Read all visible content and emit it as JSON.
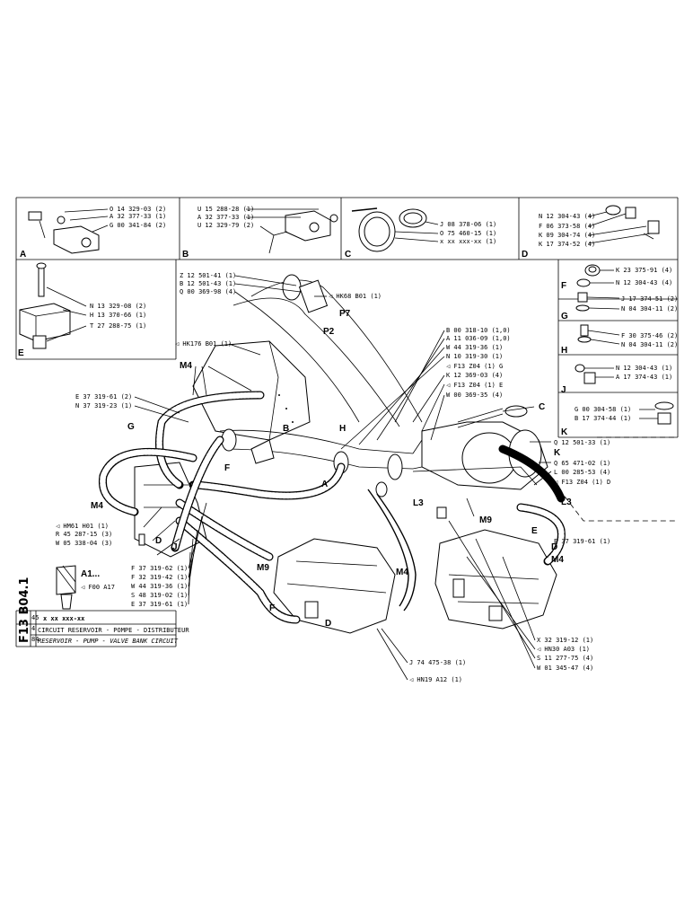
{
  "sheet": {
    "code": "F13 B04.1",
    "ref_code": "x xx xxx-xx",
    "title_fr": "CIRCUIT RESERVOIR - POMPE - DISTRIBUTEUR",
    "title_en": "RESERVOIR - PUMP - VALVE BANK CIRCUIT",
    "tiny_col": [
      "45",
      "4",
      "84"
    ]
  },
  "boxes": {
    "A": {
      "letter": "A",
      "parts": [
        "O 14 329-03 (2)",
        "A 32 377-33 (1)",
        "G 00 341-84 (2)"
      ]
    },
    "B": {
      "letter": "B",
      "parts": [
        "U 15 288-28 (1)",
        "A 32 377-33 (1)",
        "U 12 329-79 (2)"
      ]
    },
    "C": {
      "letter": "C",
      "parts": [
        "J 08 378-06 (1)",
        "O 75 460-15 (1)",
        "x xx xxx-xx (1)"
      ]
    },
    "D": {
      "letter": "D",
      "parts": [
        "N 12 304-43 (4)",
        "F 06 373-58 (4)",
        "K 09 304-74 (4)",
        "K 17 374-52 (4)"
      ]
    },
    "E": {
      "letter": "E",
      "parts": [
        "N 13 329-08 (2)",
        "H 13 370-66 (1)",
        "T 27 288-75 (1)"
      ]
    },
    "F": {
      "letter": "F",
      "parts": [
        "K 23 375-91 (4)",
        "N 12 304-43 (4)"
      ]
    },
    "G": {
      "letter": "G",
      "parts": [
        "J 17 374-51 (2)",
        "N 04 304-11 (2)"
      ]
    },
    "H": {
      "letter": "H",
      "parts": [
        "F 30 375-46 (2)",
        "N 04 304-11 (2)"
      ]
    },
    "J": {
      "letter": "J",
      "parts": [
        "N 12 304-43 (1)",
        "A 17 374-43 (1)"
      ]
    },
    "K": {
      "letter": "K",
      "parts": [
        "G 00 304-58 (1)",
        "B 17 374-44 (1)"
      ]
    }
  },
  "labels": {
    "top_left": [
      "Z 12 501-41 (1)",
      "B 12 501-43 (1)",
      "Q 00 369-98 (4)"
    ],
    "hk68": "◁ HK68 B01 (1)",
    "hk176": "◁ HK176 B01 (1)",
    "mid_right": [
      "B 00 318-10 (1,0)",
      "A 11 036-09 (1,0)",
      "W 44 319-36 (1)",
      "N 10 319-30 (1)",
      "◁ F13 Z04 (1) G",
      "K 12 369-03 (4)",
      "◁ F13 Z04 (1) E",
      "W 00 369-35 (4)"
    ],
    "left_upper": [
      "E 37 319-61 (2)",
      "N 37 319-23 (1)"
    ],
    "right_mid": [
      "Q 12 501-33 (1)",
      "K",
      "Q 65 471-02 (1)",
      "L 00 285-53 (4)",
      "◁ F13 Z04 (1) D"
    ],
    "right_e": "E 37 319-61 (1)",
    "left_lower": [
      "◁ HM61 H01 (1)",
      "R 45 287-15 (3)",
      "W 05 338-04 (3)"
    ],
    "a1": "A1...",
    "f00": "◁ F00 A17",
    "bottom_left": [
      "F 37 319-62 (1)",
      "F 32 319-42 (1)",
      "W 44 319-36 (1)",
      "S 48 319-02 (1)",
      "E 37 319-61 (1)"
    ],
    "bottom_right": [
      "X 32 319-12 (1)",
      "◁ HN30 A03 (1)",
      "S 11 277-75 (4)",
      "W 01 345-47 (4)"
    ],
    "bottom_mid": [
      "J 74 475-38 (1)",
      "◁ HN19 A12 (1)"
    ],
    "callouts": {
      "P7": "P7",
      "P2": "P2",
      "M4a": "M4",
      "M4b": "M4",
      "M4c": "M4",
      "M4d": "M4",
      "M9a": "M9",
      "M9b": "M9",
      "L3a": "L3",
      "L3b": "L3",
      "C": "C",
      "B": "B",
      "H": "H",
      "A": "A",
      "G": "G",
      "F1": "F",
      "F2": "F",
      "D1": "D",
      "D2": "D",
      "D3": "D",
      "E": "E",
      "J": "J"
    }
  }
}
